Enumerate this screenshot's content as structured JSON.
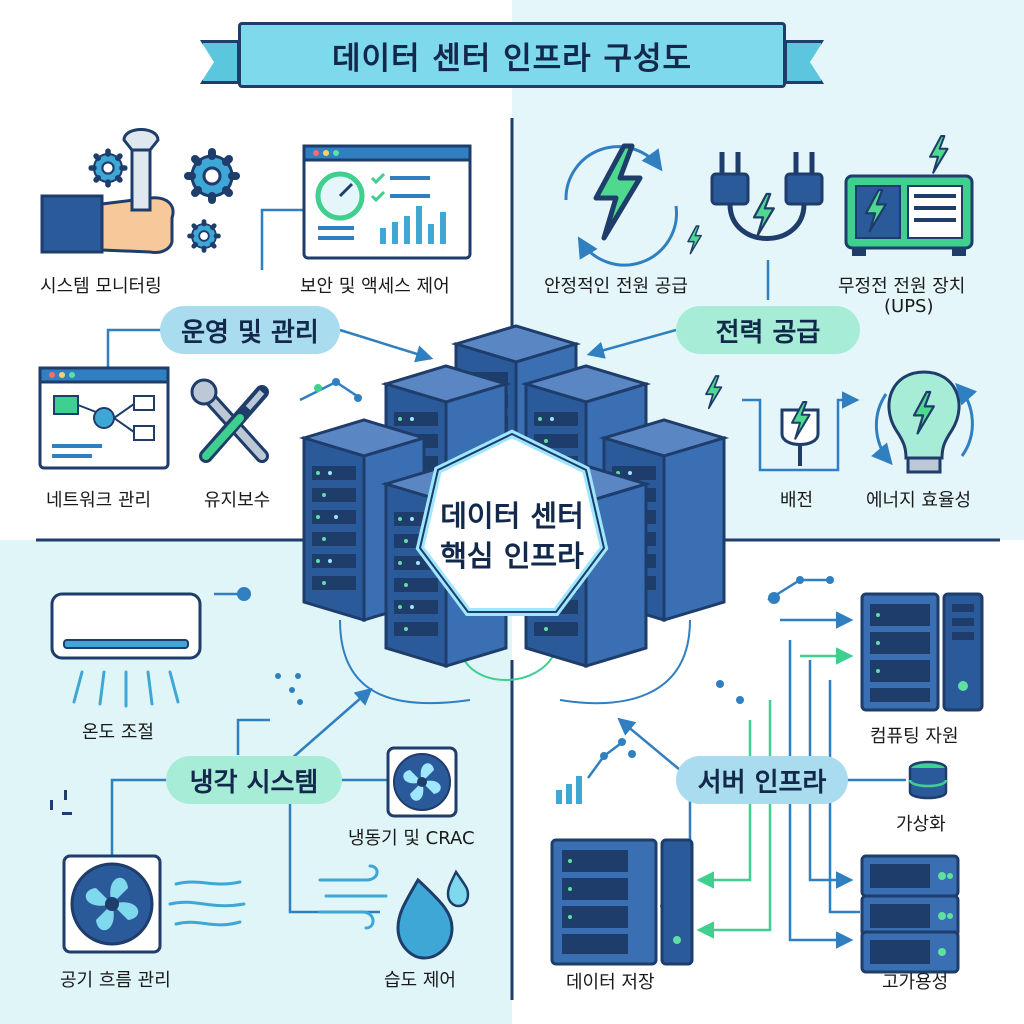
{
  "title": "데이터 센터 인프라 구성도",
  "center": {
    "line1": "데이터 센터",
    "line2": "핵심 인프라"
  },
  "sections": {
    "operations": {
      "name": "운영 및 관리",
      "items": [
        "시스템 모니터링",
        "보안 및 액세스 제어",
        "네트워크 관리",
        "유지보수"
      ]
    },
    "power": {
      "name": "전력 공급",
      "items": [
        "안정적인 전원 공급",
        "무정전 전원 장치",
        "(UPS)",
        "배전",
        "에너지 효율성"
      ]
    },
    "cooling": {
      "name": "냉각 시스템",
      "items": [
        "온도 조절",
        "냉동기 및 CRAC",
        "공기 흐름 관리",
        "습도 제어"
      ]
    },
    "server": {
      "name": "서버 인프라",
      "items": [
        "컴퓨팅 자원",
        "가상화",
        "데이터 저장",
        "고가용성"
      ]
    }
  },
  "colors": {
    "navy": "#1e3d6b",
    "sky": "#7fd9ec",
    "green": "#3fcf8e",
    "blue": "#2f7fc1"
  }
}
